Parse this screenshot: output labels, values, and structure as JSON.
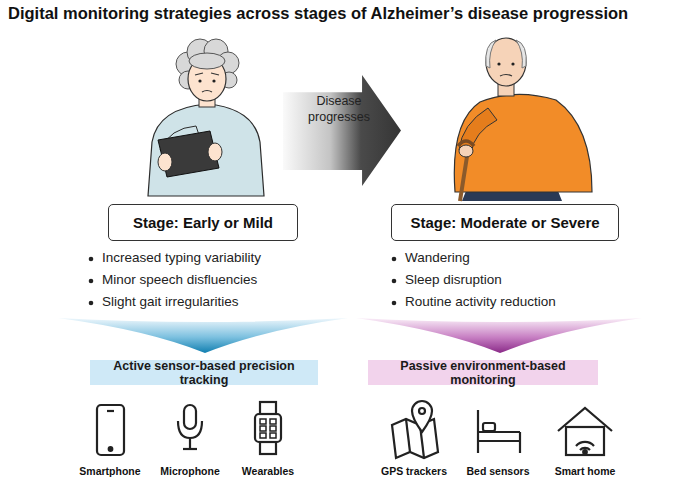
{
  "diagram": {
    "title": "Digital monitoring strategies across stages of Alzheimer’s disease progression",
    "nodes": [
      {
        "text": [
          "Disease progresses"
        ]
      },
      {
        "text": [
          "Stage: Early or Mild"
        ]
      },
      {
        "text": [
          "Stage: Moderate or Severe"
        ]
      },
      {
        "text": [
          "Active sensor-based precision tracking"
        ]
      },
      {
        "text": [
          "Passive environment-based monitoring"
        ]
      }
    ],
    "labels": [
      "Increased typing variability",
      "Minor speech disfluencies",
      "Slight gait irregularities",
      "Wandering",
      "Sleep disruption",
      "Routine activity reduction",
      "Smartphone",
      "Microphone",
      "Wearables",
      "GPS trackers",
      "Bed sensors",
      "Smart home"
    ]
  }
}
